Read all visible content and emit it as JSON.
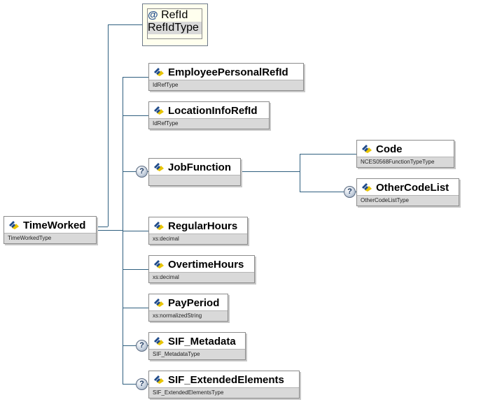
{
  "root": {
    "name": "TimeWorked",
    "type": "TimeWorkedType"
  },
  "attribute": {
    "name": "RefId",
    "type": "RefIdType",
    "icon": "attribute-icon"
  },
  "elements": [
    {
      "id": "employee",
      "name": "EmployeePersonalRefId",
      "type": "IdRefType",
      "optional": false
    },
    {
      "id": "location",
      "name": "LocationInfoRefId",
      "type": "IdRefType",
      "optional": false
    },
    {
      "id": "jobfunction",
      "name": "JobFunction",
      "type": "",
      "optional": true
    },
    {
      "id": "regular",
      "name": "RegularHours",
      "type": "xs:decimal",
      "optional": false
    },
    {
      "id": "overtime",
      "name": "OvertimeHours",
      "type": "xs:decimal",
      "optional": false
    },
    {
      "id": "payperiod",
      "name": "PayPeriod",
      "type": "xs:normalizedString",
      "optional": false
    },
    {
      "id": "metadata",
      "name": "SIF_Metadata",
      "type": "SIF_MetadataType",
      "optional": true
    },
    {
      "id": "extended",
      "name": "SIF_ExtendedElements",
      "type": "SIF_ExtendedElementsType",
      "optional": true
    }
  ],
  "jobfunction_children": [
    {
      "id": "code",
      "name": "Code",
      "type": "NCES0568FunctionTypeType",
      "optional": false
    },
    {
      "id": "othercodelist",
      "name": "OtherCodeList",
      "type": "OtherCodeListType",
      "optional": true
    }
  ],
  "optional_marker": "?",
  "attribute_marker": "@",
  "colors": {
    "connector": "#2f5f7f",
    "type_bar": "#d9d9d9",
    "border": "#8c8c8c",
    "attribute_bg": "#ffffee",
    "icon_blue": "#1e4a8a",
    "icon_yellow": "#e8c400"
  }
}
